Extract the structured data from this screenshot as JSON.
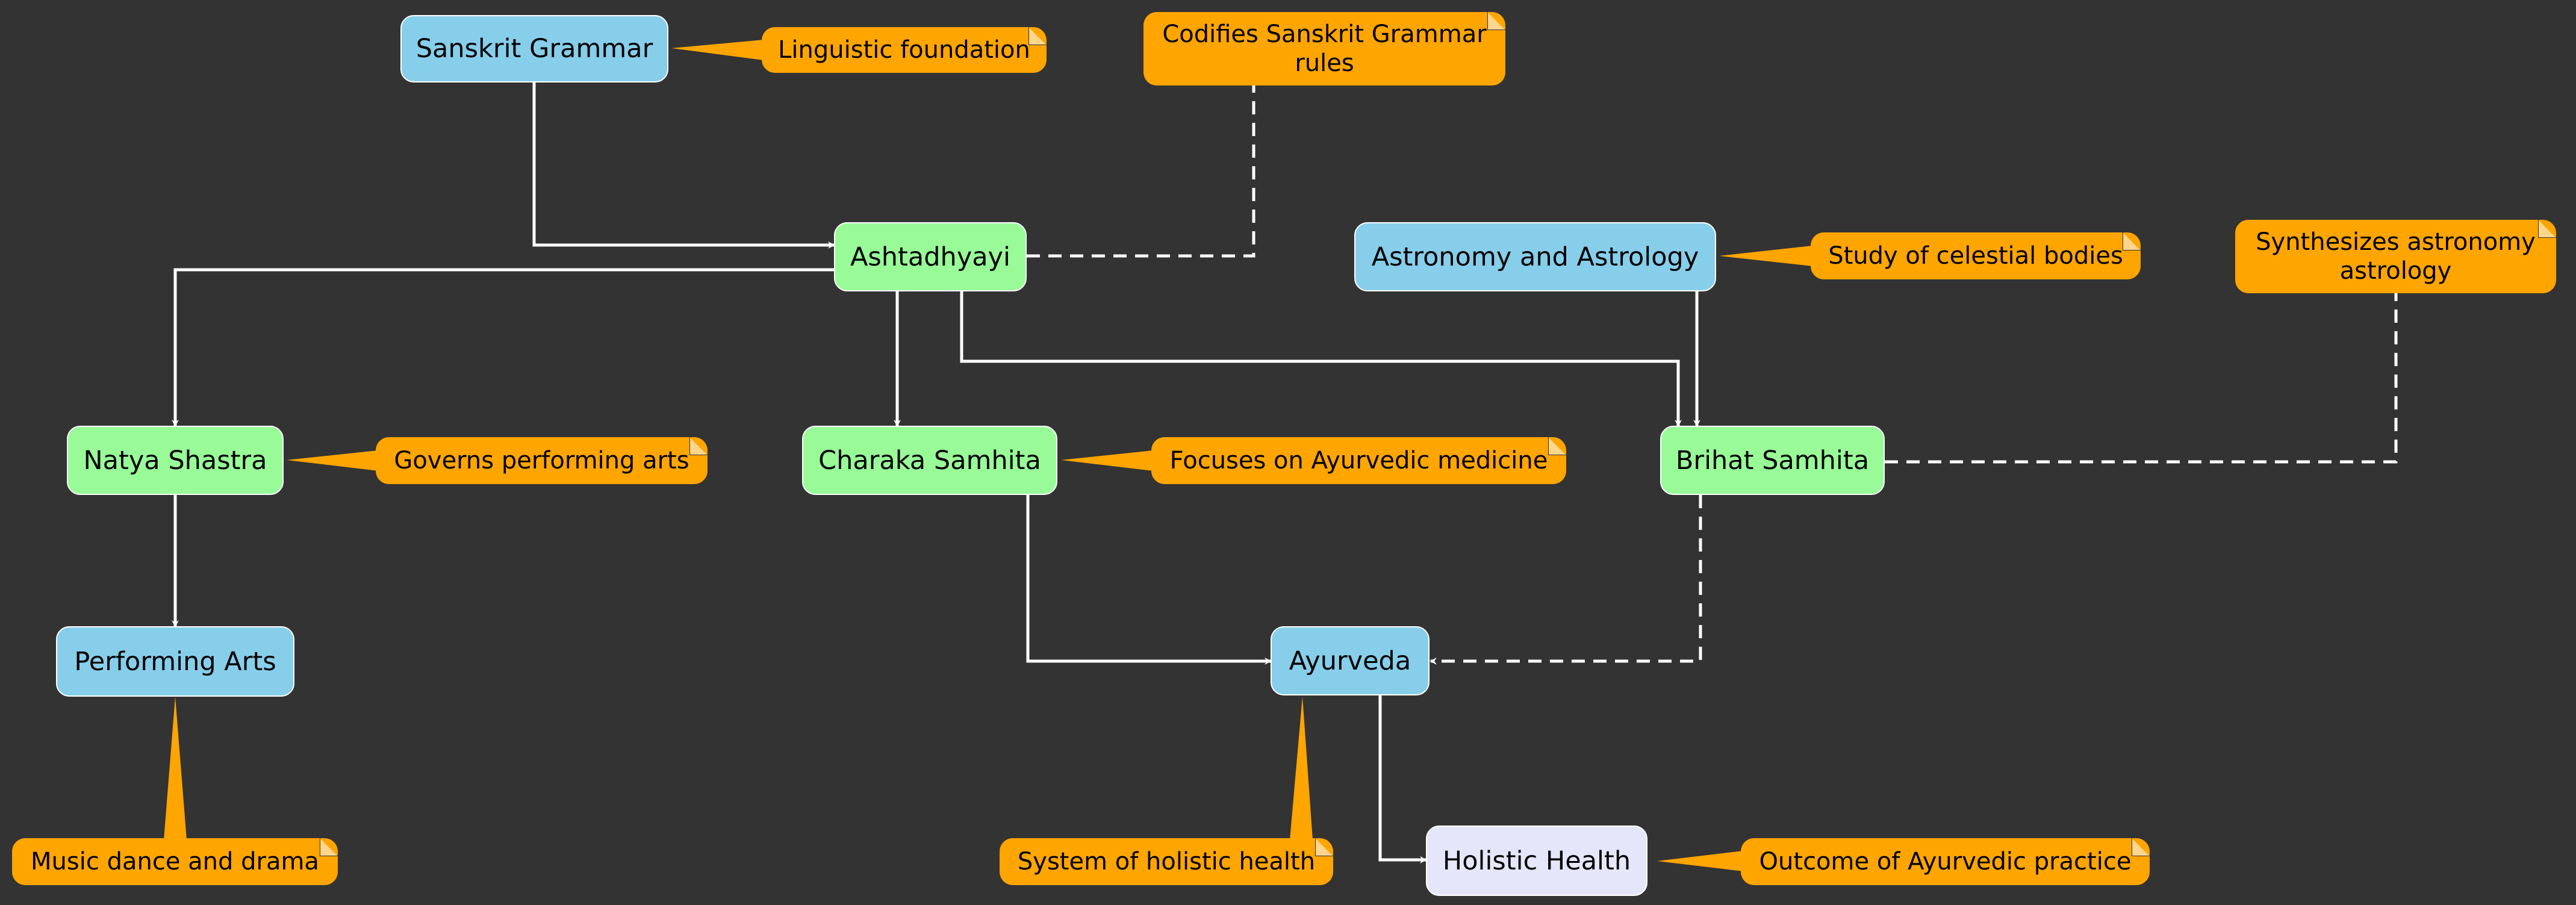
{
  "diagram": {
    "nodes": {
      "sanskrit_grammar": "Sanskrit Grammar",
      "ashtadhyayi": "Ashtadhyayi",
      "astronomy_astrology": "Astronomy and Astrology",
      "natya_shastra": "Natya Shastra",
      "charaka_samhita": "Charaka Samhita",
      "brihat_samhita": "Brihat Samhita",
      "performing_arts": "Performing Arts",
      "ayurveda": "Ayurveda",
      "holistic_health": "Holistic Health"
    },
    "notes": {
      "linguistic_foundation": "Linguistic foundation",
      "codifies_rules": "Codifies Sanskrit Grammar rules",
      "celestial_bodies": "Study of celestial bodies",
      "synthesizes": "Synthesizes astronomy astrology",
      "performing_arts_gov": "Governs performing arts",
      "ayurvedic_medicine": "Focuses on Ayurvedic medicine",
      "music_dance_drama": "Music dance and drama",
      "holistic_system": "System of holistic health",
      "ayurvedic_outcome": "Outcome of Ayurvedic practice"
    },
    "edges": [
      {
        "from": "sanskrit_grammar",
        "to": "ashtadhyayi",
        "style": "solid"
      },
      {
        "from": "ashtadhyayi",
        "to": "natya_shastra",
        "style": "solid"
      },
      {
        "from": "ashtadhyayi",
        "to": "charaka_samhita",
        "style": "solid"
      },
      {
        "from": "ashtadhyayi",
        "to": "brihat_samhita",
        "style": "solid"
      },
      {
        "from": "astronomy_astrology",
        "to": "brihat_samhita",
        "style": "solid"
      },
      {
        "from": "natya_shastra",
        "to": "performing_arts",
        "style": "solid"
      },
      {
        "from": "charaka_samhita",
        "to": "ayurveda",
        "style": "solid"
      },
      {
        "from": "brihat_samhita",
        "to": "ayurveda",
        "style": "dashed"
      },
      {
        "from": "ayurveda",
        "to": "holistic_health",
        "style": "solid"
      }
    ],
    "colors": {
      "background": "#333333",
      "concept_node": "#87CEEB",
      "text_node": "#98FB98",
      "outcome_node": "#E6E6FA",
      "note": "#FFA500",
      "edge": "#FFFFFF"
    }
  }
}
